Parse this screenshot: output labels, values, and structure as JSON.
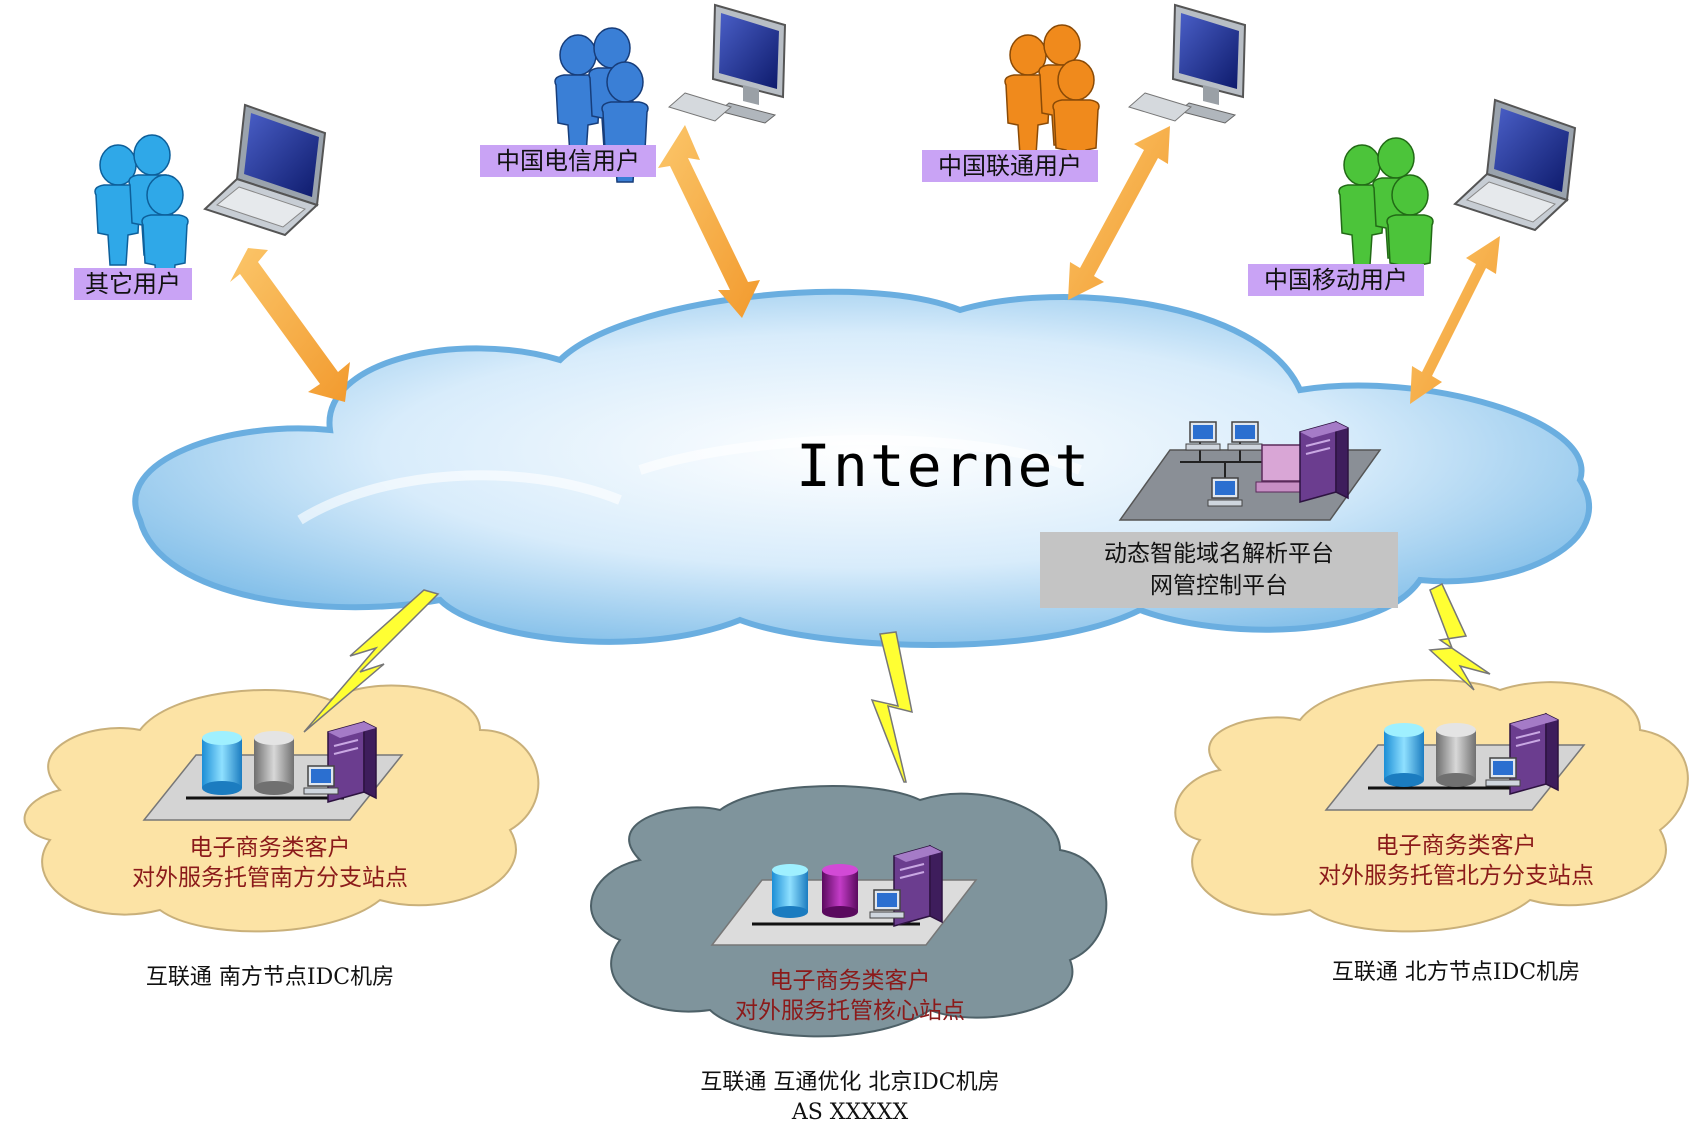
{
  "internet": {
    "label": "Internet"
  },
  "users": {
    "other": "其它用户",
    "telecom": "中国电信用户",
    "unicom": "中国联通用户",
    "mobile": "中国移动用户"
  },
  "platform": {
    "line1": "动态智能域名解析平台",
    "line2": "网管控制平台"
  },
  "sites": {
    "south": {
      "line1": "电子商务类客户",
      "line2": "对外服务托管南方分支站点",
      "idc": "互联通 南方节点IDC机房"
    },
    "core": {
      "line1": "电子商务类客户",
      "line2": "对外服务托管核心站点",
      "idc": "互联通 互通优化 北京IDC机房",
      "as": "AS XXXXX"
    },
    "north": {
      "line1": "电子商务类客户",
      "line2": "对外服务托管北方分支站点",
      "idc": "互联通 北方节点IDC机房"
    }
  },
  "colors": {
    "other_users": "#2fa8e8",
    "telecom_users": "#3a7fd6",
    "unicom_users": "#f08a1c",
    "mobile_users": "#4cc43a",
    "arrow": "#f7b24a",
    "lightning": "#ffff33",
    "label_bg": "#c9a3f5",
    "site_cloud": "#fce3a5",
    "core_cloud": "#7f949c"
  }
}
